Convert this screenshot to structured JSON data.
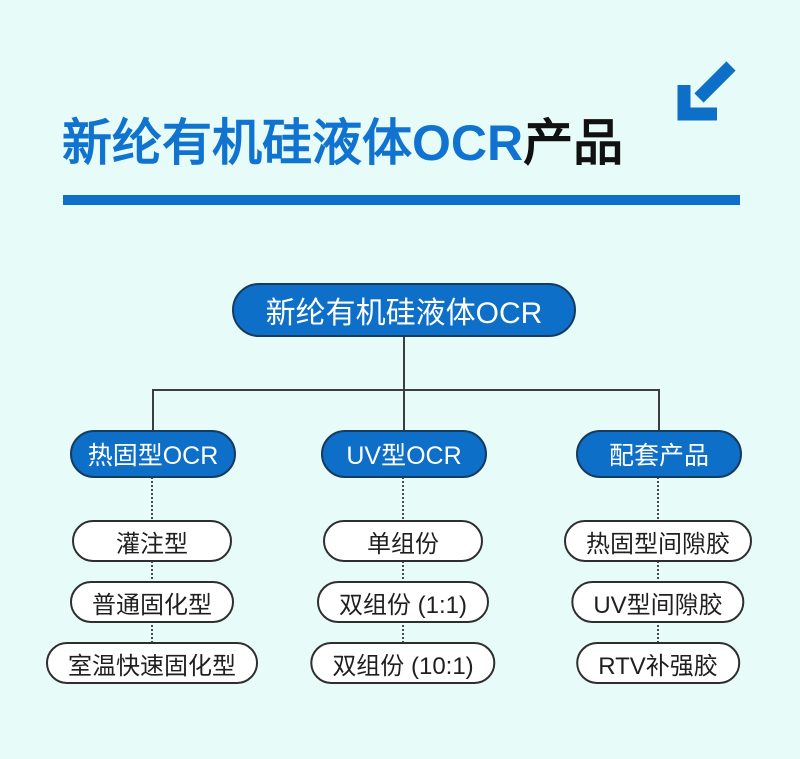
{
  "page": {
    "background_color": "#e7fcf8",
    "accent_color": "#0e6fc9",
    "line_color": "#3d3d3d"
  },
  "header": {
    "title_highlight": "新纶有机硅液体OCR",
    "title_rest": "产品",
    "title_highlight_color": "#1173d0",
    "title_rest_color": "#111111",
    "arrow_icon": "arrow-down-left-icon",
    "underline_color": "#0e6fc9"
  },
  "tree": {
    "root": {
      "label": "新纶有机硅液体OCR",
      "fill_color": "#0e6fc9",
      "text_color": "#ffffff"
    },
    "branches": [
      {
        "label": "热固型OCR",
        "children": [
          "灌注型",
          "普通固化型",
          "室温快速固化型"
        ]
      },
      {
        "label": "UV型OCR",
        "children": [
          "单组份",
          "双组份 (1:1)",
          "双组份 (10:1)"
        ]
      },
      {
        "label": "配套产品",
        "children": [
          "热固型间隙胶",
          "UV型间隙胶",
          "RTV补强胶"
        ]
      }
    ]
  }
}
